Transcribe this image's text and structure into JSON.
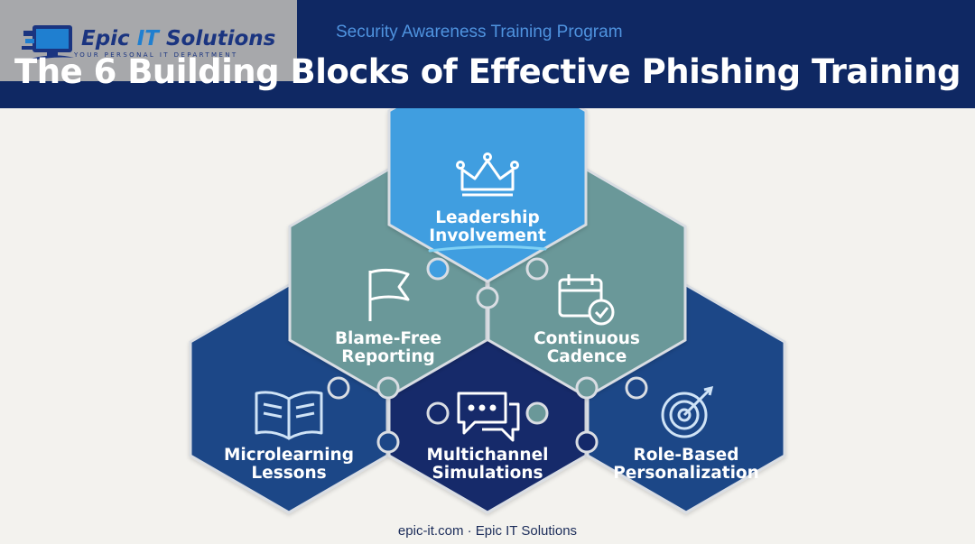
{
  "brand": {
    "name_part1": "Epic ",
    "name_part2": "IT",
    "name_part3": " Solutions",
    "tagline": "YOUR PERSONAL IT DEPARTMENT"
  },
  "header": {
    "subtitle": "Security Awareness Training Program",
    "title": "The 6 Building Blocks of Effective Phishing Training"
  },
  "blocks": [
    {
      "line1": "Leadership",
      "line2": "Involvement",
      "icon": "crown-icon",
      "color": "#3f9ee0"
    },
    {
      "line1": "Blame-Free",
      "line2": "Reporting",
      "icon": "flag-icon",
      "color": "#6a9899"
    },
    {
      "line1": "Continuous",
      "line2": "Cadence",
      "icon": "calendar-check-icon",
      "color": "#6a9899"
    },
    {
      "line1": "Microlearning",
      "line2": "Lessons",
      "icon": "open-book-icon",
      "color": "#1c4687"
    },
    {
      "line1": "Multichannel",
      "line2": "Simulations",
      "icon": "chat-bubbles-icon",
      "color": "#14296a"
    },
    {
      "line1": "Role-Based",
      "line2": "Personalization",
      "icon": "target-icon",
      "color": "#1c4687"
    }
  ],
  "footer": {
    "text": "epic-it.com · Epic IT Solutions"
  }
}
